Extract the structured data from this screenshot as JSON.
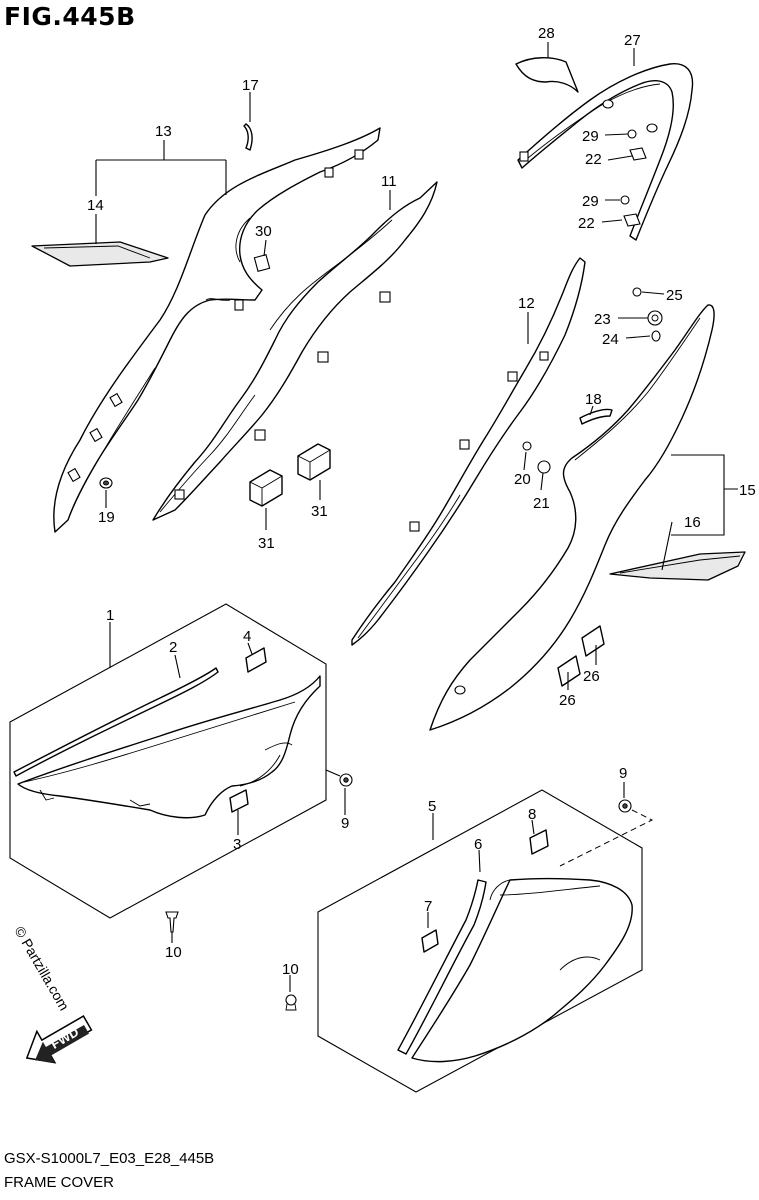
{
  "figure": {
    "title": "FIG.445B",
    "model_code": "GSX-S1000L7_E03_E28_445B",
    "caption": "FRAME COVER",
    "watermark": "© Partzilla.com",
    "direction_label": "FWD"
  },
  "callouts": {
    "c1": "1",
    "c2": "2",
    "c3": "3",
    "c4": "4",
    "c5": "5",
    "c6": "6",
    "c7": "7",
    "c8": "8",
    "c9a": "9",
    "c9b": "9",
    "c10a": "10",
    "c10b": "10",
    "c11": "11",
    "c12": "12",
    "c13": "13",
    "c14": "14",
    "c15": "15",
    "c16": "16",
    "c17": "17",
    "c18": "18",
    "c19": "19",
    "c20": "20",
    "c21": "21",
    "c22a": "22",
    "c22b": "22",
    "c23": "23",
    "c24": "24",
    "c25": "25",
    "c26a": "26",
    "c26b": "26",
    "c27": "27",
    "c28": "28",
    "c29a": "29",
    "c29b": "29",
    "c30": "30",
    "c31a": "31",
    "c31b": "31"
  }
}
